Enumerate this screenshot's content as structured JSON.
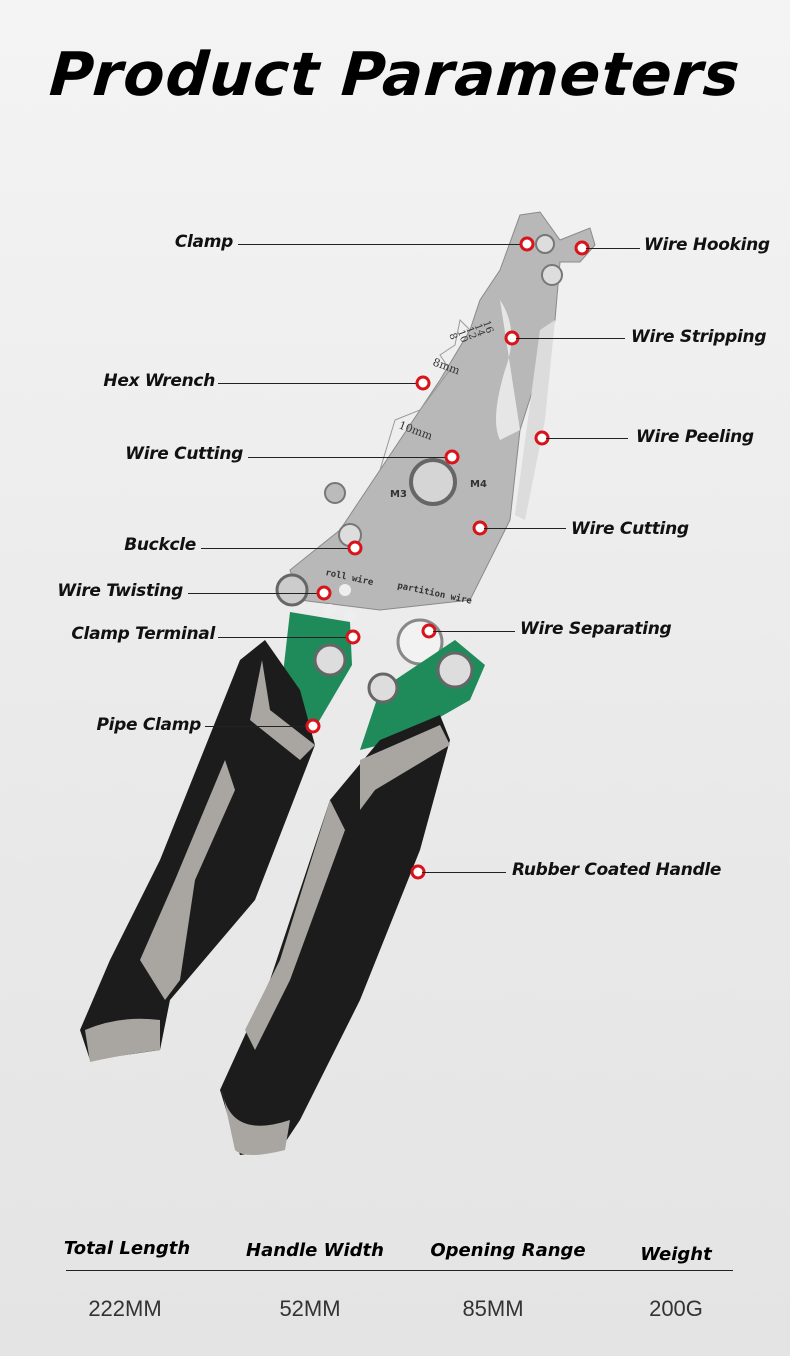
{
  "title": "Product Parameters",
  "callouts": [
    {
      "id": "clamp",
      "label": "Clamp"
    },
    {
      "id": "wire-hooking",
      "label": "Wire Hooking"
    },
    {
      "id": "wire-stripping",
      "label": "Wire Stripping"
    },
    {
      "id": "hex-wrench",
      "label": "Hex Wrench"
    },
    {
      "id": "wire-peeling",
      "label": "Wire Peeling"
    },
    {
      "id": "wire-cutting-left",
      "label": "Wire Cutting"
    },
    {
      "id": "wire-cutting-right",
      "label": "Wire Cutting"
    },
    {
      "id": "buckle",
      "label": "Buckcle"
    },
    {
      "id": "wire-twisting",
      "label": "Wire Twisting"
    },
    {
      "id": "wire-separating",
      "label": "Wire Separating"
    },
    {
      "id": "clamp-terminal",
      "label": "Clamp Terminal"
    },
    {
      "id": "pipe-clamp",
      "label": "Pipe Clamp"
    },
    {
      "id": "rubber-handle",
      "label": "Rubber Coated Handle"
    }
  ],
  "tool_markings": {
    "gauges": [
      "16",
      "14",
      "12",
      "10",
      "8"
    ],
    "hex1": "8mm",
    "hex2": "10mm",
    "m3": "M3",
    "m4": "M4",
    "roll": "roll wire",
    "partition": "partition wire"
  },
  "specs": [
    {
      "label": "Total Length",
      "value": "222MM"
    },
    {
      "label": "Handle Width",
      "value": "52MM"
    },
    {
      "label": "Opening Range",
      "value": "85MM"
    },
    {
      "label": "Weight",
      "value": "200G"
    }
  ],
  "colors": {
    "marker": "#d8141b",
    "handle_black": "#1c1c1c",
    "handle_grey": "#a9a6a2",
    "accent_green": "#1f8a5a",
    "steel": "#b9b9b9"
  }
}
